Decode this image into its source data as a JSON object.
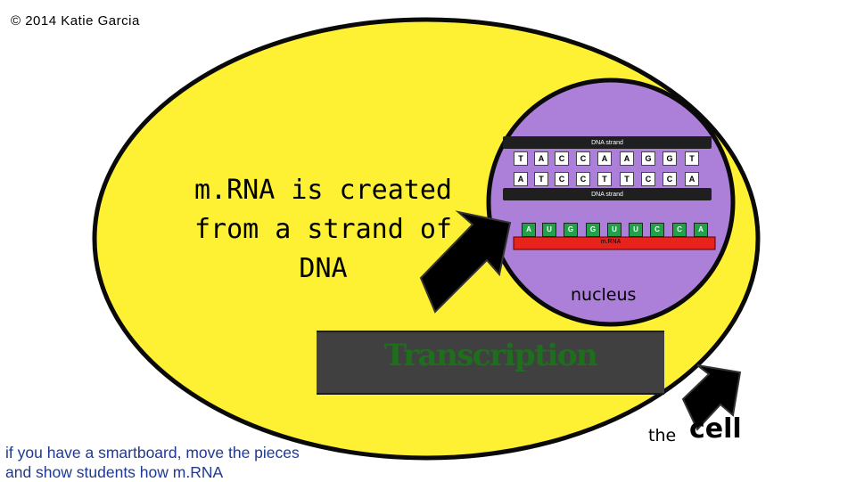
{
  "copyright": "© 2014 Katie Garcia",
  "main_text": {
    "line1": "m.RNA is created",
    "line2": "from a strand of",
    "line3": "DNA"
  },
  "banner": "Transcription",
  "note": "if you have a smartboard, move the pieces and show students how m.RNA",
  "nucleus_label": "nucleus",
  "cell_label": {
    "the": "the",
    "cell": "cell"
  },
  "dna": {
    "top_label": "DNA strand",
    "bottom_label": "DNA strand",
    "top_bases": [
      "T",
      "A",
      "C",
      "C",
      "A",
      "A",
      "G",
      "G",
      "T"
    ],
    "bottom_bases": [
      "A",
      "T",
      "C",
      "C",
      "T",
      "T",
      "C",
      "C",
      "A"
    ]
  },
  "mrna": {
    "label": "m.RNA",
    "bases": [
      "A",
      "U",
      "G",
      "G",
      "U",
      "U",
      "C",
      "C",
      "A"
    ]
  },
  "colors": {
    "cell": "#fef133",
    "nucleus": "#ac80d8",
    "mrna_strand": "#e8231c",
    "mrna_base": "#23a14a",
    "banner": "#404040",
    "banner_text": "#1e6e1e"
  }
}
